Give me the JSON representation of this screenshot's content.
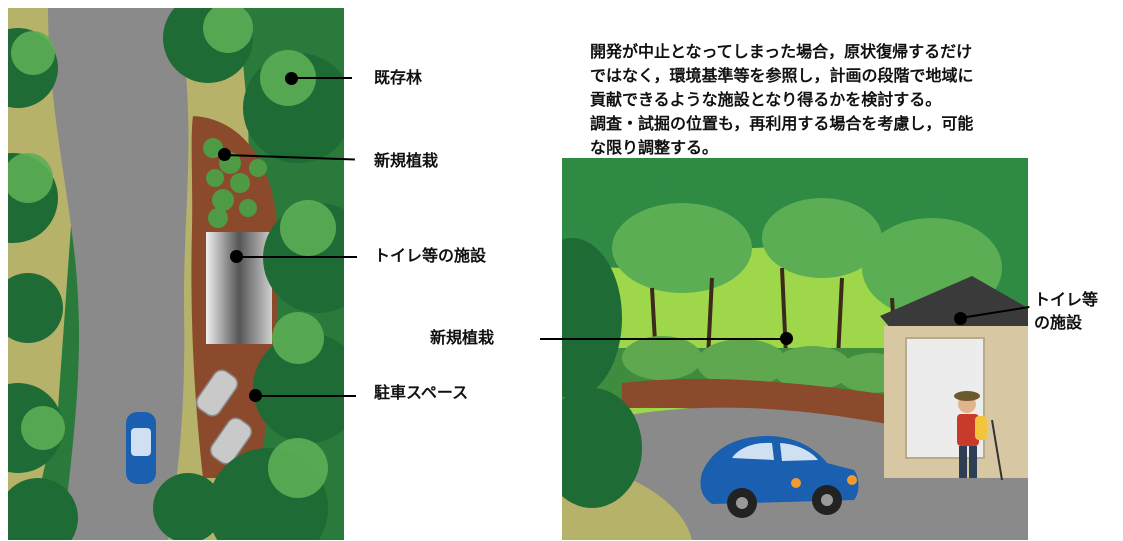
{
  "note": {
    "line1": "開発が中止となってしまった場合，原状復帰するだけ",
    "line2": "ではなく，環境基準等を参照し，計画の段階で地域に",
    "line3": "貢献できるような施設となり得るかを検討する。",
    "line4": "調査・試掘の位置も，再利用する場合を考慮し，可能",
    "line5": "な限り調整する。"
  },
  "plan_labels": {
    "existing_forest": "既存林",
    "new_planting": "新規植栽",
    "toilet_facility": "トイレ等の施設",
    "parking_space": "駐車スペース"
  },
  "scene_labels": {
    "new_planting": "新規植栽",
    "toilet_line1": "トイレ等",
    "toilet_line2": "の施設"
  },
  "colors": {
    "forest_dark": "#1e6b35",
    "forest_mid": "#2f8a44",
    "forest_light": "#5cae55",
    "road": "#8a8a8a",
    "soil": "#8b4a2b",
    "grass": "#b7b26a",
    "car_blue": "#1b5fb0",
    "sky_green": "#9ed84a"
  }
}
